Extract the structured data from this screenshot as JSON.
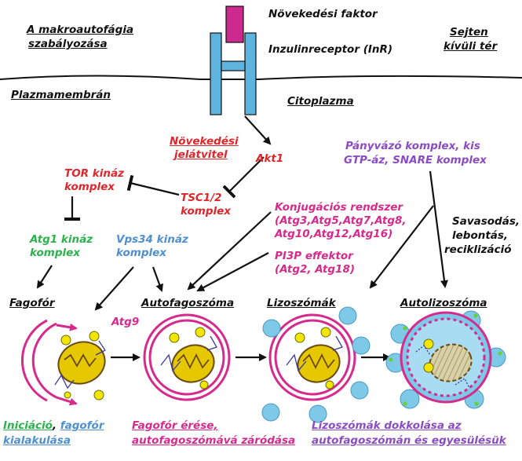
{
  "header": {
    "title_line1": "A makroautofágia",
    "title_line2": "szabályozása",
    "growth_factor": "Növekedési faktor",
    "receptor": "Inzulinreceptor (InR)",
    "extracellular_line1": "Sejten",
    "extracellular_line2": "kívüli tér",
    "membrane": "Plazmamembrán",
    "cytoplasm": "Citoplazma"
  },
  "signaling": {
    "growth_signal_line1": "Növekedési",
    "growth_signal_line2": "jelátvitel",
    "akt1": "Akt1",
    "tor_line1": "TOR kináz",
    "tor_line2": "komplex",
    "tsc_line1": "TSC1/2",
    "tsc_line2": "komplex",
    "atg1_line1": "Atg1 kináz",
    "atg1_line2": "komplex",
    "vps34_line1": "Vps34 kináz",
    "vps34_line2": "komplex",
    "conj_line1": "Konjugációs rendszer",
    "conj_line2": "(Atg3,Atg5,Atg7,Atg8,",
    "conj_line3": "Atg10,Atg12,Atg16)",
    "pi3p_line1": "PI3P effektor",
    "pi3p_line2": "(Atg2, Atg18)",
    "tether_line1": "Pányvázó komplex, kis",
    "tether_line2": "GTP-áz, SNARE komplex",
    "acid_line1": "Savasodás,",
    "acid_line2": "lebontás,",
    "acid_line3": "reciklizáció"
  },
  "stages": {
    "phagophore": "Fagofór",
    "atg9": "Atg9",
    "autophagosome": "Autofagoszóma",
    "lysosomes": "Lizoszómák",
    "autolysosome": "Autolizoszóma"
  },
  "captions": {
    "initiation": "Iniciáció",
    "comma": ",",
    "phagophore_word": "fagofór",
    "formation": "kialakulása",
    "maturation_line1": "Fagofór érése,",
    "maturation_line2": "autofagoszómává záródása",
    "docking_line1": "Lizoszómák dokkolása az",
    "docking_line2": "autofagoszómán és egyesülésük"
  },
  "colors": {
    "red": "#e0262b",
    "magenta": "#d62a8c",
    "green": "#2bb24c",
    "blue": "#4f8fcf",
    "purple": "#8a4cc2",
    "receptor": "#5fb3df",
    "ligand": "#cc2a8e",
    "lysosome": "#7ec8e8",
    "vesicle": "#f2e600",
    "mitochondrion": "#e6c800"
  }
}
